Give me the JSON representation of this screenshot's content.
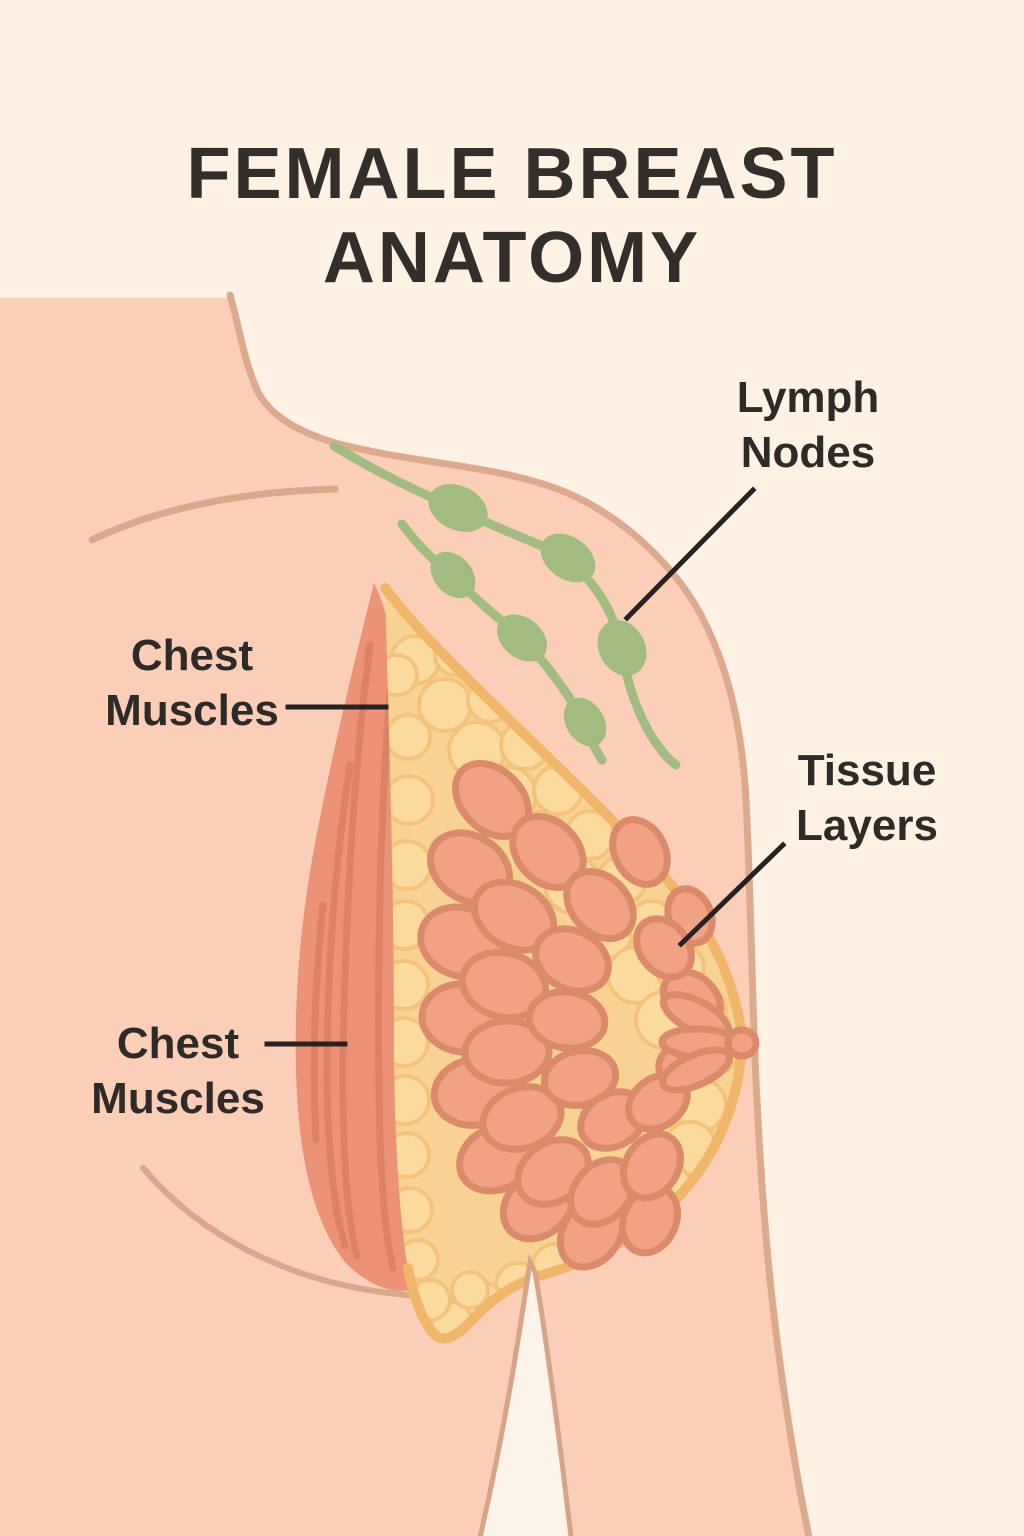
{
  "poster": {
    "title_line1": "FEMALE BREAST",
    "title_line2": "ANATOMY"
  },
  "labels": {
    "lymph_nodes": {
      "line1": "Lymph",
      "line2": "Nodes"
    },
    "chest_muscles_upper": {
      "line1": "Chest",
      "line2": "Muscles"
    },
    "tissue_layers": {
      "line1": "Tissue",
      "line2": "Layers"
    },
    "chest_muscles_lower": {
      "line1": "Chest",
      "line2": "Muscles"
    }
  },
  "colors": {
    "background": "#fdf2e4",
    "skin": "#fbceb8",
    "skin_outline": "#dcab8e",
    "muscle": "#ec9377",
    "muscle_striation": "#da8065",
    "fat": "#f8d292",
    "fat_border": "#f0b76a",
    "fat_scallop": "#f1c077",
    "lobule": "#f1a285",
    "lobule_outline": "#dc8a6c",
    "lymph_green": "#a2bb81",
    "label_text": "#2e2a26",
    "leader_line": "#26221f"
  }
}
